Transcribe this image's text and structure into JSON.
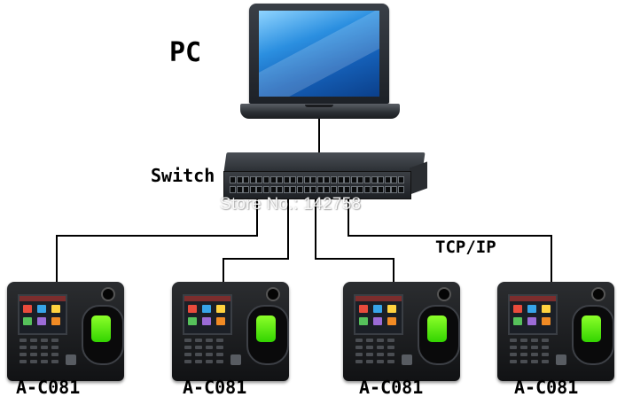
{
  "labels": {
    "pc": "PC",
    "switch": "Switch",
    "protocol": "TCP/IP",
    "watermark": "Store No.: 142758"
  },
  "devices": [
    {
      "label": "A-C081"
    },
    {
      "label": "A-C081"
    },
    {
      "label": "A-C081"
    },
    {
      "label": "A-C081"
    }
  ],
  "colors": {
    "line": "#000000",
    "fingerprint_window": "#5ee400",
    "laptop_screen": "#1e74cc"
  }
}
